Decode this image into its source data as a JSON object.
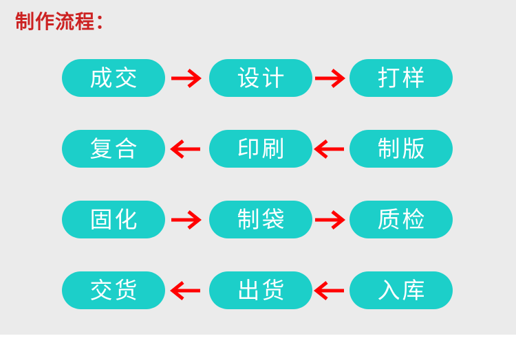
{
  "page": {
    "title": "制作流程：",
    "background_color": "#ebebeb",
    "page_background_color": "#ffffff",
    "title_color": "#cc2222",
    "box_color": "#1ccfc9",
    "box_text_color": "#ffffff",
    "arrow_color": "#ff0000"
  },
  "flow": {
    "rows": [
      {
        "direction": "right",
        "arrow_icon": "arrow-right-icon",
        "steps": [
          {
            "label": "成交"
          },
          {
            "label": "设计"
          },
          {
            "label": "打样"
          }
        ]
      },
      {
        "direction": "left",
        "arrow_icon": "arrow-left-icon",
        "steps": [
          {
            "label": "复合"
          },
          {
            "label": "印刷"
          },
          {
            "label": "制版"
          }
        ]
      },
      {
        "direction": "right",
        "arrow_icon": "arrow-right-icon",
        "steps": [
          {
            "label": "固化"
          },
          {
            "label": "制袋"
          },
          {
            "label": "质检"
          }
        ]
      },
      {
        "direction": "left",
        "arrow_icon": "arrow-left-icon",
        "steps": [
          {
            "label": "交货"
          },
          {
            "label": "出货"
          },
          {
            "label": "入库"
          }
        ]
      }
    ]
  }
}
